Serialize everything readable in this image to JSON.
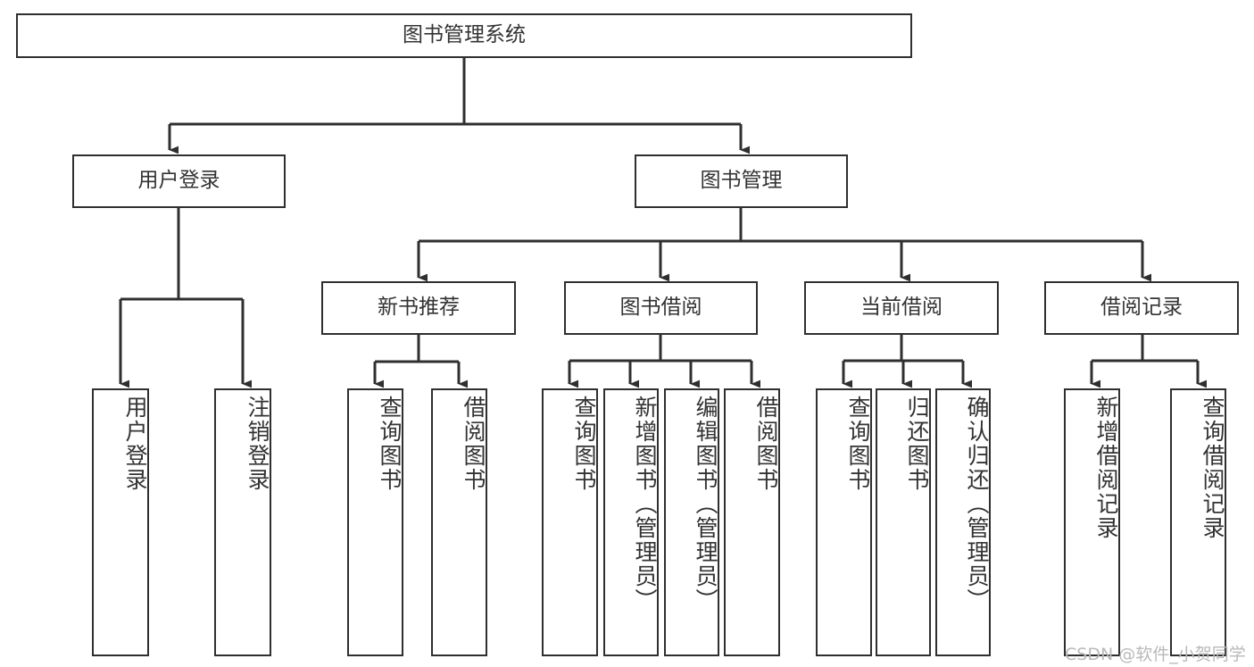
{
  "diagram": {
    "title": "图书管理系统",
    "type": "hierarchy-tree",
    "watermark": "CSDN @软件_小贺同学",
    "colors": {
      "line": "#2f2f2f",
      "text": "#333333",
      "box_fill": "#ffffff",
      "background": "#ffffff",
      "watermark": "#b9b9b9"
    },
    "nodes": {
      "root": {
        "label": "图书管理系统"
      },
      "level2": [
        {
          "label": "用户登录"
        },
        {
          "label": "图书管理"
        }
      ],
      "level3": [
        {
          "label": "新书推荐"
        },
        {
          "label": "图书借阅"
        },
        {
          "label": "当前借阅"
        },
        {
          "label": "借阅记录"
        }
      ],
      "leaves": {
        "user_login": [
          {
            "label": "用户登录"
          },
          {
            "label": "注销登录"
          }
        ],
        "new_book_recommend": [
          {
            "label": "查询图书"
          },
          {
            "label": "借阅图书"
          }
        ],
        "book_borrow": [
          {
            "label": "查询图书"
          },
          {
            "label": "新增图书（管理员）"
          },
          {
            "label": "编辑图书（管理员）"
          },
          {
            "label": "借阅图书"
          }
        ],
        "current_borrow": [
          {
            "label": "查询图书"
          },
          {
            "label": "归还图书"
          },
          {
            "label": "确认归还（管理员）"
          }
        ],
        "borrow_record": [
          {
            "label": "新增借阅记录"
          },
          {
            "label": "查询借阅记录"
          }
        ]
      }
    }
  }
}
